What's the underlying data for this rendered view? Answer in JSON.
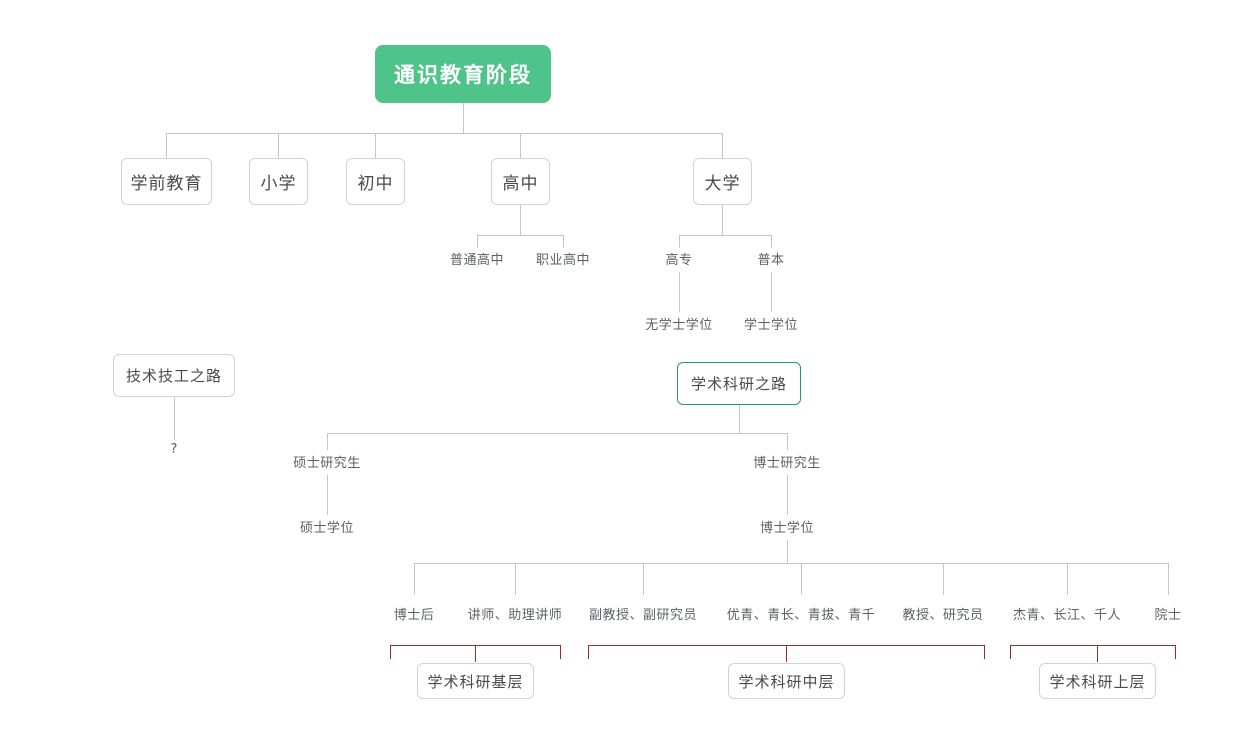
{
  "diagram": {
    "title": "通识教育阶段",
    "accent_green": "#4fc48a",
    "outline_green": "#22a05a",
    "bracket_red": "#a32b24",
    "line_gray": "#c2c6ca",
    "root": {
      "label": "通识教育阶段"
    },
    "stage_nodes": [
      {
        "label": "学前教育"
      },
      {
        "label": "小学"
      },
      {
        "label": "初中"
      },
      {
        "label": "高中"
      },
      {
        "label": "大学"
      }
    ],
    "highschool_children": [
      {
        "label": "普通高中"
      },
      {
        "label": "职业高中"
      }
    ],
    "university_children": [
      {
        "label": "高专"
      },
      {
        "label": "普本"
      }
    ],
    "degree_labels": [
      {
        "label": "无学士学位"
      },
      {
        "label": "学士学位"
      }
    ],
    "paths": [
      {
        "label": "技术技工之路",
        "style": "plain"
      },
      {
        "label": "学术科研之路",
        "style": "green-outline"
      }
    ],
    "unknown_marker": "?",
    "grad_levels": [
      {
        "label": "硕士研究生"
      },
      {
        "label": "博士研究生"
      }
    ],
    "grad_degrees": [
      {
        "label": "硕士学位"
      },
      {
        "label": "博士学位"
      }
    ],
    "career_stages": [
      {
        "label": "博士后"
      },
      {
        "label": "讲师、助理讲师"
      },
      {
        "label": "副教授、副研究员"
      },
      {
        "label": "优青、青长、青拔、青千"
      },
      {
        "label": "教授、研究员"
      },
      {
        "label": "杰青、长江、千人"
      },
      {
        "label": "院士"
      }
    ],
    "tiers": [
      {
        "label": "学术科研基层"
      },
      {
        "label": "学术科研中层"
      },
      {
        "label": "学术科研上层"
      }
    ]
  }
}
